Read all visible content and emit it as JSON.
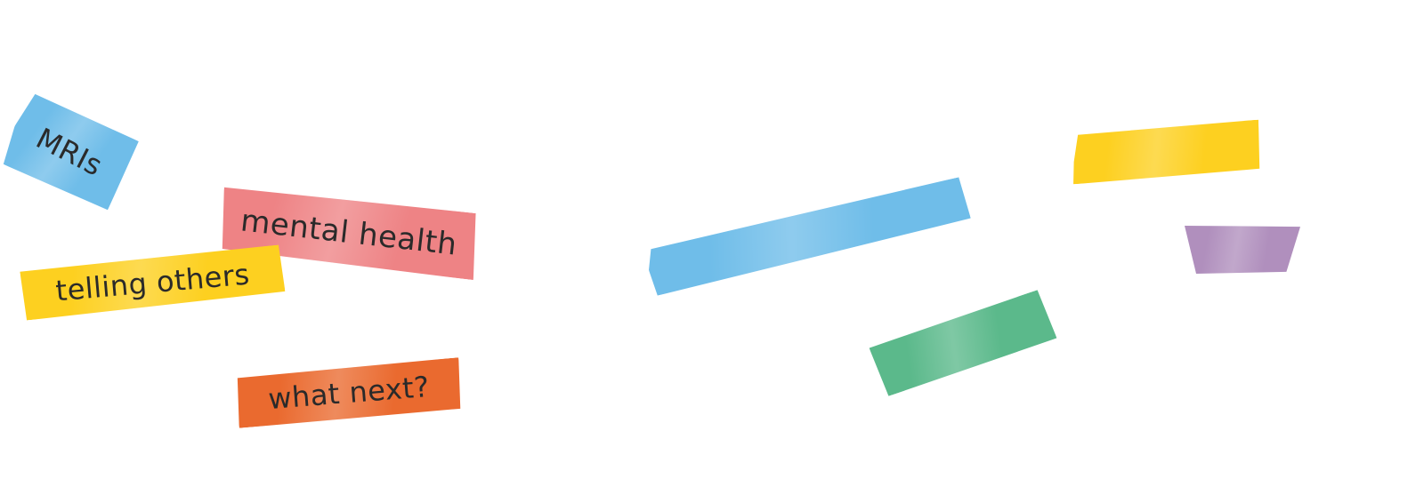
{
  "labels": {
    "mris": "MRIs",
    "mental_health": "mental health",
    "telling_others": "telling others",
    "what_next": "what next?"
  },
  "colors": {
    "blue": "#6fbde9",
    "pink": "#ee8385",
    "yellow": "#fdd020",
    "orange": "#ea6a2f",
    "green": "#5bb98b",
    "purple": "#b08fbd",
    "text": "#2a2a2a"
  }
}
